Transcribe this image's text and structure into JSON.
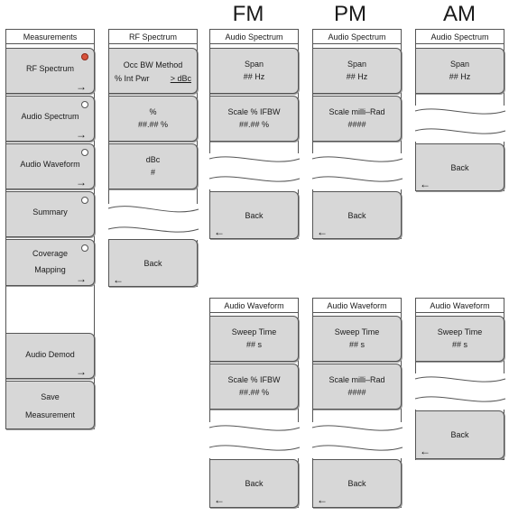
{
  "column_headers": {
    "fm": "FM",
    "pm": "PM",
    "am": "AM"
  },
  "measurements_menu": {
    "title": "Measurements",
    "rf_spectrum": "RF Spectrum",
    "audio_spectrum": "Audio Spectrum",
    "audio_waveform": "Audio Waveform",
    "summary": "Summary",
    "coverage_1": "Coverage",
    "coverage_2": "Mapping",
    "audio_demod": "Audio Demod",
    "save_1": "Save",
    "save_2": "Measurement"
  },
  "rf_spectrum_menu": {
    "title": "RF Spectrum",
    "occ_bw_1": "Occ BW Method",
    "occ_bw_left": "% Int Pwr",
    "occ_bw_right": "> dBc",
    "pct_1": "%",
    "pct_2": "##.## %",
    "dbc_1": "dBc",
    "dbc_2": "#",
    "back": "Back"
  },
  "fm_audio_spectrum": {
    "title": "Audio Spectrum",
    "span_1": "Span",
    "span_2": "## Hz",
    "scale_1": "Scale % IFBW",
    "scale_2": "##.## %",
    "back": "Back"
  },
  "pm_audio_spectrum": {
    "title": "Audio Spectrum",
    "span_1": "Span",
    "span_2": "## Hz",
    "scale_1": "Scale milli–Rad",
    "scale_2": "####",
    "back": "Back"
  },
  "am_audio_spectrum": {
    "title": "Audio Spectrum",
    "span_1": "Span",
    "span_2": "## Hz",
    "back": "Back"
  },
  "fm_audio_waveform": {
    "title": "Audio Waveform",
    "sweep_1": "Sweep Time",
    "sweep_2": "## s",
    "scale_1": "Scale % IFBW",
    "scale_2": "##.## %",
    "back": "Back"
  },
  "pm_audio_waveform": {
    "title": "Audio Waveform",
    "sweep_1": "Sweep Time",
    "sweep_2": "## s",
    "scale_1": "Scale milli–Rad",
    "scale_2": "####",
    "back": "Back"
  },
  "am_audio_waveform": {
    "title": "Audio Waveform",
    "sweep_1": "Sweep Time",
    "sweep_2": "## s",
    "back": "Back"
  },
  "icons": {
    "submenu_arrow": "arrow-right-icon",
    "back_arrow": "arrow-left-icon",
    "radio_selected": "radio-selected-icon",
    "radio_unselected": "radio-unselected-icon"
  },
  "colors": {
    "key_fill": "#d7d7d7",
    "selected_radio": "#d9523b"
  }
}
